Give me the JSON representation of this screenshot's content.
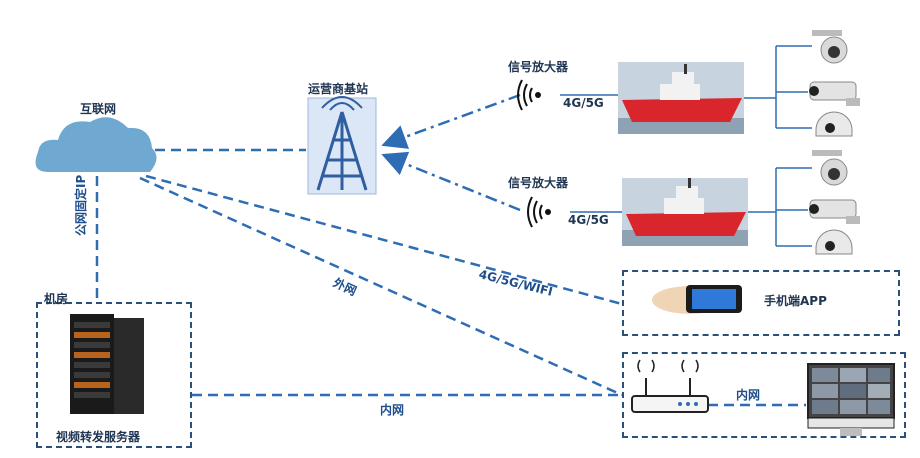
{
  "labels": {
    "internet": "互联网",
    "base_station": "运营商基站",
    "amplifier_top": "信号放大器",
    "amplifier_bottom": "信号放大器",
    "net_top": "4G/5G",
    "net_bottom": "4G/5G",
    "public_ip": "公网固定IP",
    "machine_room": "机房",
    "server": "视频转发服务器",
    "extranet": "外网",
    "phone_link": "4G/5G/WIFI",
    "mobile_app": "手机端APP",
    "intranet_left": "内网",
    "intranet_right": "内网"
  },
  "colors": {
    "link": "#2e6db4",
    "box_border": "#2a4f7a",
    "cloud": "#6fa8d0",
    "ship_hull": "#d8262c",
    "tower": "#4f7fc0"
  },
  "icons": [
    "cloud-icon",
    "tower-icon",
    "antenna-icon",
    "ship-image",
    "camera-icon",
    "server-rack-icon",
    "phone-icon",
    "router-icon",
    "monitor-icon"
  ]
}
